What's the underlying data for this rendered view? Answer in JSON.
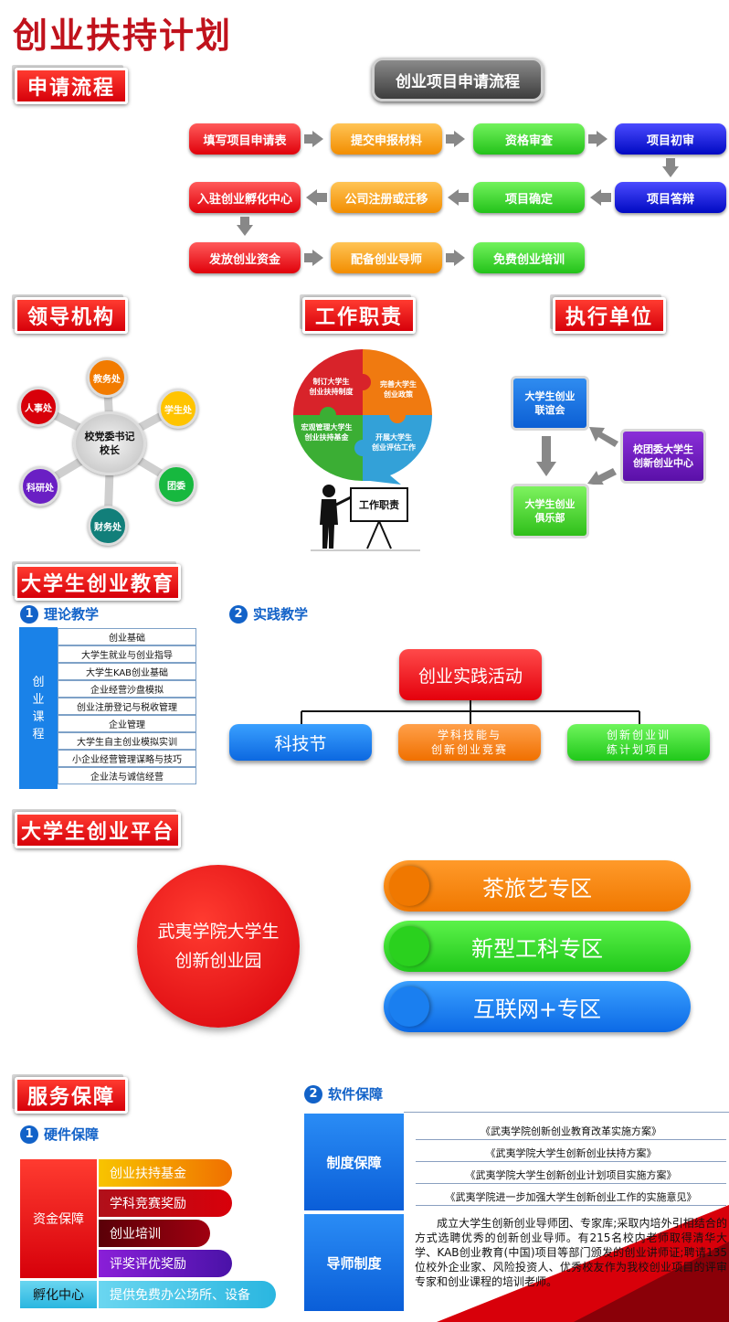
{
  "title": "创业扶持计划",
  "sections": {
    "apply": "申请流程",
    "leader": "领导机构",
    "duty": "工作职责",
    "exec": "执行单位",
    "edu": "大学生创业教育",
    "platform": "大学生创业平台",
    "service": "服务保障"
  },
  "flow": {
    "title": "创业项目申请流程",
    "steps": [
      "填写项目申请表",
      "提交申报材料",
      "资格审查",
      "项目初审",
      "项目答辩",
      "项目确定",
      "公司注册或迁移",
      "入驻创业孵化中心",
      "发放创业资金",
      "配备创业导师",
      "免费创业培训"
    ]
  },
  "leader": {
    "center": [
      "校党委书记",
      "校长"
    ],
    "nodes": [
      "教务处",
      "学生处",
      "团委",
      "财务处",
      "科研处",
      "人事处"
    ],
    "colors": [
      "#f27b00",
      "#ffc400",
      "#17b83f",
      "#127f7a",
      "#6a1fc4",
      "#d8000a"
    ]
  },
  "duty": {
    "pieces": [
      [
        "制订大学生",
        "创业扶持制度"
      ],
      [
        "完善大学生",
        "创业政策"
      ],
      [
        "宏观管理大学生",
        "创业扶持基金"
      ],
      [
        "开展大学生",
        "创业评估工作"
      ]
    ],
    "board": "工作职责"
  },
  "exec": {
    "units": [
      [
        "大学生创业",
        "联谊会"
      ],
      [
        "校团委大学生",
        "创新创业中心"
      ],
      [
        "大学生创业",
        "俱乐部"
      ]
    ]
  },
  "edu": {
    "theory": {
      "num": "1",
      "label": "理论教学"
    },
    "practice": {
      "num": "2",
      "label": "实践教学"
    },
    "course_label": [
      "创",
      "业",
      "课",
      "程"
    ],
    "courses": [
      "创业基础",
      "大学生就业与创业指导",
      "大学生KAB创业基础",
      "企业经营沙盘模拟",
      "创业注册登记与税收管理",
      "企业管理",
      "大学生自主创业模拟实训",
      "小企业经营管理谋略与技巧",
      "企业法与诚信经营"
    ],
    "activity_root": "创业实践活动",
    "activities": [
      [
        "科技节"
      ],
      [
        "学科技能与",
        "创新创业竞赛"
      ],
      [
        "创新创业训",
        "练计划项目"
      ]
    ]
  },
  "platform": {
    "center": [
      "武夷学院大学生",
      "创新创业园"
    ],
    "zones": [
      "茶旅艺专区",
      "新型工科专区",
      "互联网+专区"
    ]
  },
  "service": {
    "hardware": {
      "num": "1",
      "label": "硬件保障"
    },
    "software": {
      "num": "2",
      "label": "软件保障"
    },
    "fund_label": "资金保障",
    "fund_items": [
      "创业扶持基金",
      "学科竞赛奖励",
      "创业培训",
      "评奖评优奖励"
    ],
    "incubator_label": "孵化中心",
    "incubator_item": "提供免费办公场所、设备",
    "system_label": "制度保障",
    "docs": [
      "《武夷学院创新创业教育改革实施方案》",
      "《武夷学院大学生创新创业扶持方案》",
      "《武夷学院大学生创新创业计划项目实施方案》",
      "《武夷学院进一步加强大学生创新创业工作的实施意见》"
    ],
    "mentor_label": "导师制度",
    "mentor_text": "成立大学生创新创业导师团、专家库;采取内培外引相结合的方式选聘优秀的创新创业导师。有215名校内老师取得清华大学、KAB创业教育(中国)项目等部门颁发的创业讲师证;聘请135位校外企业家、风险投资人、优秀校友作为我校创业项目的评审专家和创业课程的培训老师。"
  }
}
